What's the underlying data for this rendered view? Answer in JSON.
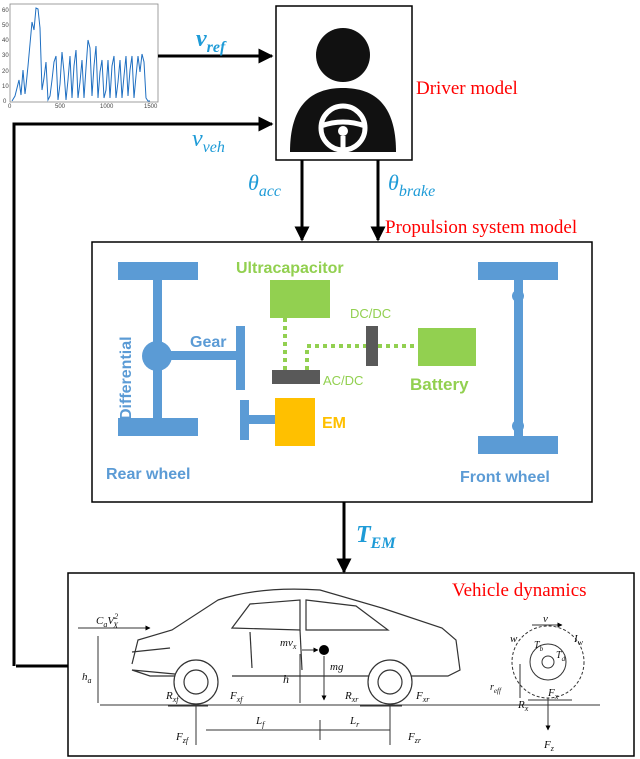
{
  "signals": {
    "v_ref": {
      "base": "v",
      "sub": "ref"
    },
    "v_veh": {
      "base": "v",
      "sub": "veh"
    },
    "theta_acc": {
      "base": "θ",
      "sub": "acc"
    },
    "theta_brake": {
      "base": "θ",
      "sub": "brake"
    },
    "t_em": {
      "base": "T",
      "sub": "EM"
    }
  },
  "labels": {
    "driver_model": "Driver model",
    "propulsion_system_model": "Propulsion system model",
    "vehicle_dynamics": "Vehicle dynamics"
  },
  "propulsion": {
    "ultracapacitor": "Ultracapacitor",
    "gear": "Gear",
    "differential": "Differential",
    "dcdc": "DC/DC",
    "acdc": "AC/DC",
    "battery": "Battery",
    "em": "EM",
    "rear_wheel": "Rear wheel",
    "front_wheel": "Front wheel"
  },
  "speed_plot": {
    "x_ticks": [
      "0",
      "500",
      "1000",
      "1500"
    ],
    "y_ticks": [
      "0",
      "10",
      "20",
      "30",
      "40",
      "50",
      "60"
    ]
  },
  "vehicle_labels": {
    "drag": {
      "base": "C",
      "sub": "a",
      "mid": "V",
      "sup": "2",
      "sub2": "X"
    },
    "ha": {
      "base": "h",
      "sub": "a"
    },
    "h": "h",
    "mvx": {
      "base": "mv",
      "sub": "x"
    },
    "mg": "mg",
    "rxf": {
      "base": "R",
      "sub": "xf"
    },
    "fxf": {
      "base": "F",
      "sub": "xf"
    },
    "rxr": {
      "base": "R",
      "sub": "xr"
    },
    "fxr": {
      "base": "F",
      "sub": "xr"
    },
    "fzf": {
      "base": "F",
      "sub": "zf"
    },
    "lf": {
      "base": "L",
      "sub": "f"
    },
    "lr": {
      "base": "L",
      "sub": "r"
    },
    "fzr": {
      "base": "F",
      "sub": "zr"
    },
    "v": "v",
    "w": "w",
    "tb": {
      "base": "T",
      "sub": "b"
    },
    "td": {
      "base": "T",
      "sub": "d"
    },
    "iw": {
      "base": "I",
      "sub": "w"
    },
    "reff": {
      "base": "r",
      "sub": "eff"
    },
    "rx": {
      "base": "R",
      "sub": "x"
    },
    "fx": {
      "base": "F",
      "sub": "x"
    },
    "fz": {
      "base": "F",
      "sub": "z"
    }
  },
  "colors": {
    "blue_component": "#5b9bd5",
    "green_component": "#92d050",
    "orange_em": "#ffc000",
    "converter_gray": "#595959",
    "signal_cyan": "#1e9bd7",
    "label_red": "#ff0000",
    "plot_line": "#1f6fc1"
  }
}
